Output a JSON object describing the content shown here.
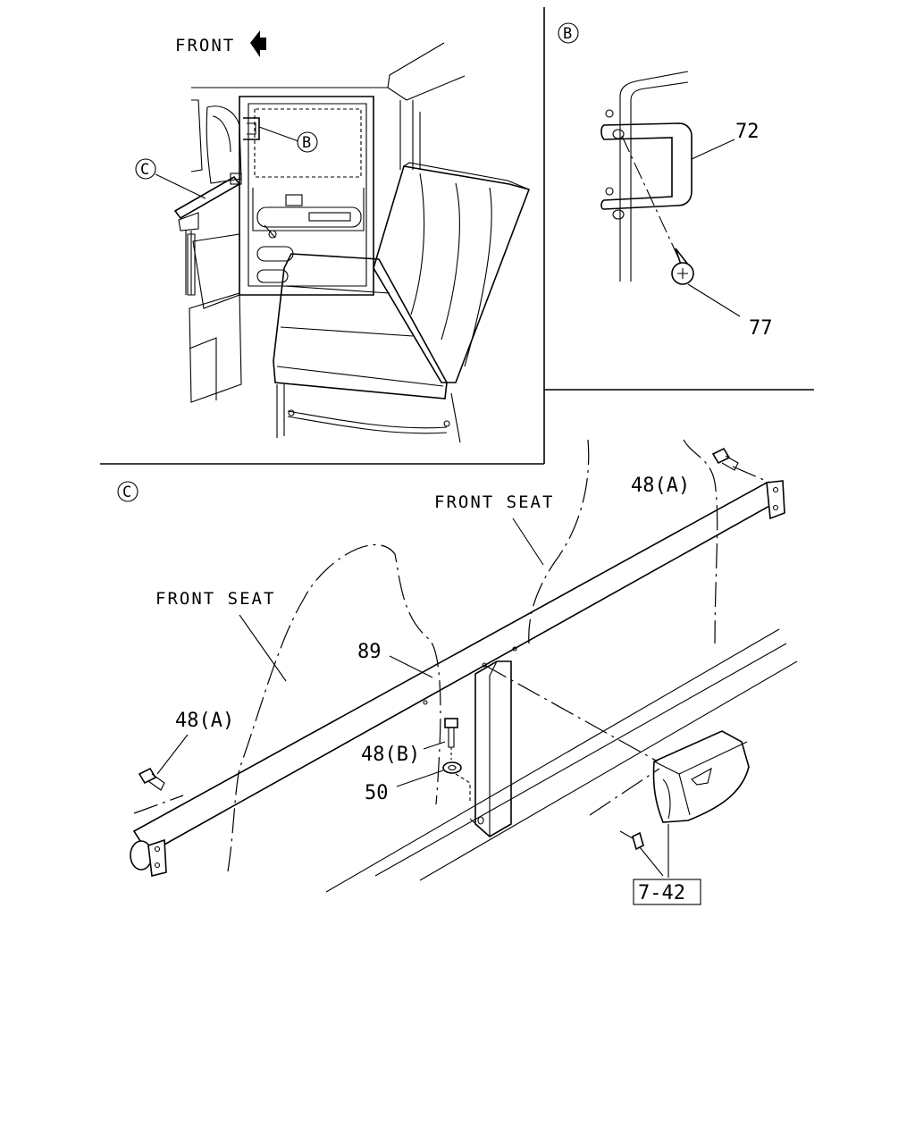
{
  "panel_main": {
    "front_label": "FRONT",
    "callout_b": "B",
    "callout_c": "C"
  },
  "panel_b": {
    "title": "B",
    "part_bracket": "72",
    "part_screw": "77"
  },
  "panel_c": {
    "title": "C",
    "front_seat_left": "FRONT SEAT",
    "front_seat_right": "FRONT SEAT",
    "part_bar": "89",
    "bolt_a_right": "48(A)",
    "bolt_a_left": "48(A)",
    "bolt_b": "48(B)",
    "washer": "50",
    "reference": "7-42"
  }
}
